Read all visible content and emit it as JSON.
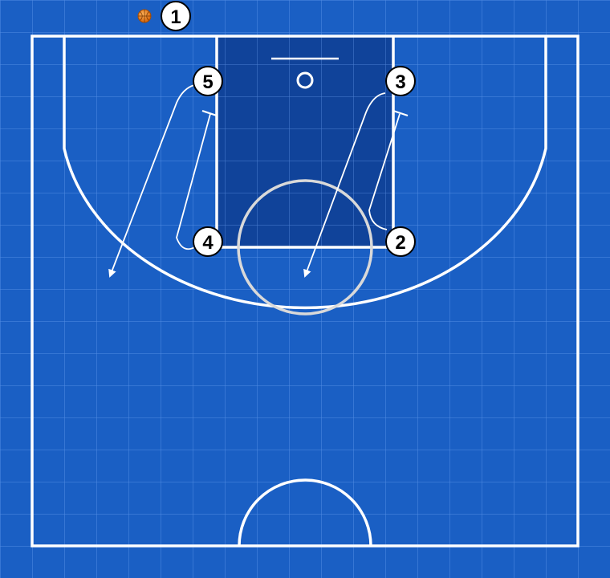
{
  "colors": {
    "court_blue": "#1a5fc4",
    "paint_blue": "#10439a",
    "grid_line": "#7fb0ff",
    "court_line": "#ffffff",
    "player_fill": "#ffffff",
    "player_stroke": "#000000",
    "ball": "#f08a24"
  },
  "ball": {
    "icon": "basketball-icon",
    "holder": "1"
  },
  "players": [
    {
      "id": "p1",
      "label": "1"
    },
    {
      "id": "p5",
      "label": "5"
    },
    {
      "id": "p3",
      "label": "3"
    },
    {
      "id": "p4",
      "label": "4"
    },
    {
      "id": "p2",
      "label": "2"
    }
  ],
  "actions": [
    {
      "type": "cut",
      "player": "5"
    },
    {
      "type": "cut",
      "player": "3"
    },
    {
      "type": "screen",
      "player": "4",
      "for": "5"
    },
    {
      "type": "screen",
      "player": "2",
      "for": "3"
    }
  ]
}
